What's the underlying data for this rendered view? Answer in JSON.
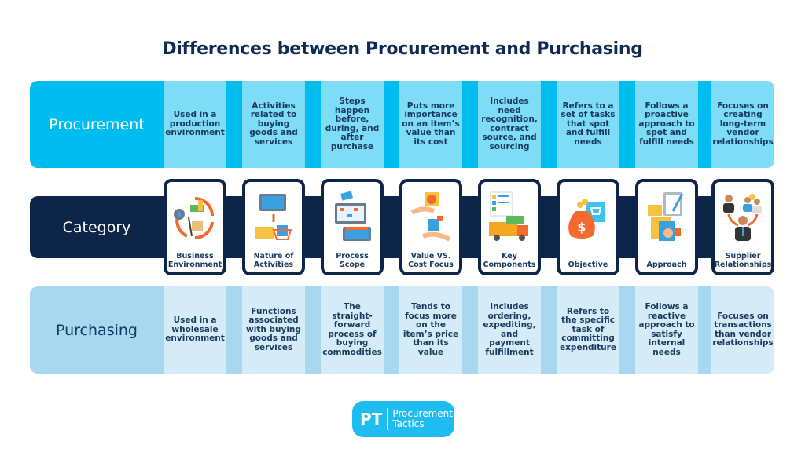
{
  "title": "Differences between Procurement and Purchasing",
  "rows": {
    "procurement": {
      "label": "Procurement",
      "color": "#00bdf0",
      "cells": [
        "Used in a production environment",
        "Activities related to buying goods and services",
        "Steps happen before, during, and after purchase",
        "Puts more importance on an item’s value than its cost",
        "Includes need recognition, contract source, and sourcing",
        "Refers to a set of tasks that spot and fulfill needs",
        "Follows a proactive approach to spot and fulfill needs",
        "Focuses on creating long-term vendor relationships"
      ]
    },
    "category": {
      "label": "Category",
      "color": "#0c2548",
      "cards": [
        {
          "label": "Business Environment",
          "icon": "business-cycle-icon"
        },
        {
          "label": "Nature of Activities",
          "icon": "shopping-tablet-icon"
        },
        {
          "label": "Process Scope",
          "icon": "process-flow-laptop-icon"
        },
        {
          "label": "Value VS. Cost Focus",
          "icon": "hands-value-icon"
        },
        {
          "label": "Key Components",
          "icon": "delivery-truck-icon"
        },
        {
          "label": "Objective",
          "icon": "money-bag-icon"
        },
        {
          "label": "Approach",
          "icon": "clipboard-thumbs-up-icon"
        },
        {
          "label": "Supplier Relationships",
          "icon": "people-network-icon"
        }
      ]
    },
    "purchasing": {
      "label": "Purchasing",
      "color": "#a8d8f0",
      "cells": [
        "Used in a wholesale environment",
        "Functions associated with buying goods and services",
        "The straight-forward process of buying commodities",
        "Tends to focus more on the item’s price than its value",
        "Includes ordering, expediting, and payment fulfillment",
        "Refers to the specific task of committing expenditure",
        "Follows a reactive approach to satisfy internal needs",
        "Focuses on transactions than vendor relationships"
      ]
    }
  },
  "logo": {
    "initials": "PT",
    "line1": "Procurement",
    "line2": "Tactics"
  }
}
